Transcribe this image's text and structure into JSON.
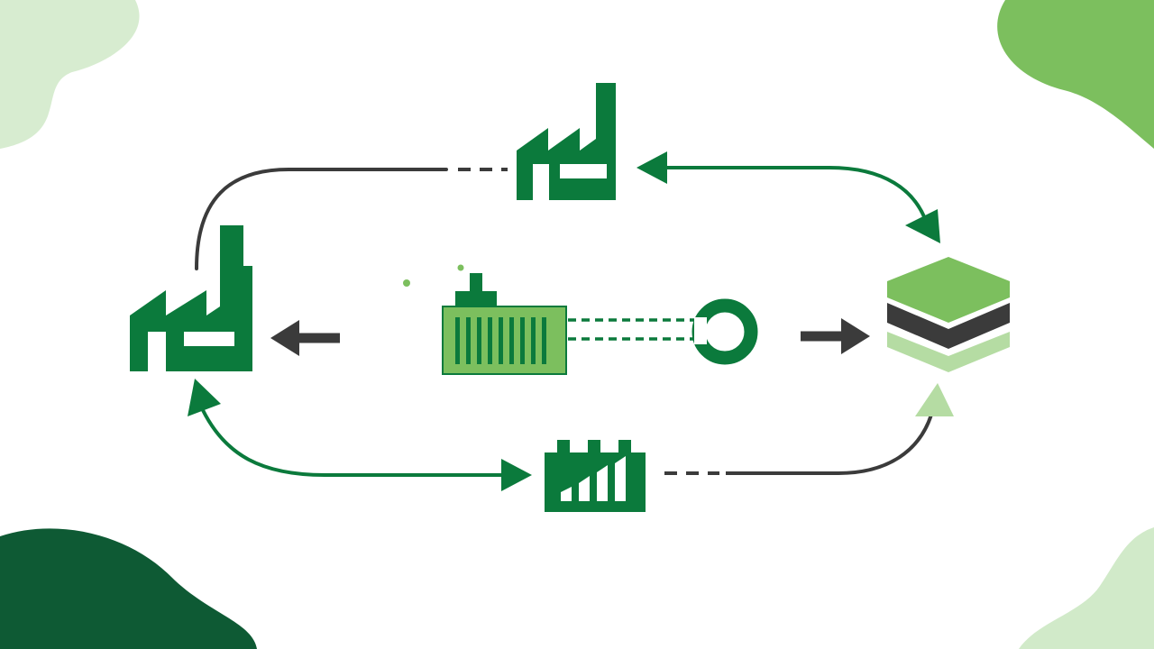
{
  "colors": {
    "dark_green": "#0b7a3c",
    "deep_green": "#0e5a34",
    "light_green": "#7cbf5e",
    "pale_green": "#b5dca3",
    "paler_green": "#c9e6c0",
    "dark_gray": "#3b3b3b",
    "background": "#ffffff"
  },
  "nodes": [
    {
      "id": "factory-top",
      "icon": "factory-icon",
      "color": "dark_green"
    },
    {
      "id": "factory-left",
      "icon": "factory-icon",
      "color": "dark_green"
    },
    {
      "id": "shipping-container",
      "icon": "container-icon",
      "color": "light_green"
    },
    {
      "id": "recycle-ring",
      "icon": "ring-icon",
      "color": "dark_green"
    },
    {
      "id": "layer-stack",
      "icon": "stack-layers-icon",
      "color": "light_green"
    },
    {
      "id": "bar-chart-box",
      "icon": "bar-chart-icon",
      "color": "dark_green"
    }
  ],
  "edges": [
    {
      "from": "factory-left",
      "to": "factory-top",
      "style": "solid-then-dashed",
      "color": "dark_gray"
    },
    {
      "from": "factory-top",
      "to": "layer-stack",
      "style": "solid",
      "color": "dark_green",
      "bidirectional": true
    },
    {
      "from": "shipping-container",
      "to": "factory-left",
      "style": "arrow",
      "color": "dark_gray"
    },
    {
      "from": "shipping-container",
      "to": "recycle-ring",
      "style": "dashed-double",
      "color": "dark_green"
    },
    {
      "from": "recycle-ring",
      "to": "layer-stack",
      "style": "arrow",
      "color": "dark_gray"
    },
    {
      "from": "factory-left",
      "to": "bar-chart-box",
      "style": "solid",
      "color": "dark_green",
      "bidirectional": true
    },
    {
      "from": "bar-chart-box",
      "to": "layer-stack",
      "style": "dashed-then-solid",
      "color": "dark_gray"
    }
  ]
}
